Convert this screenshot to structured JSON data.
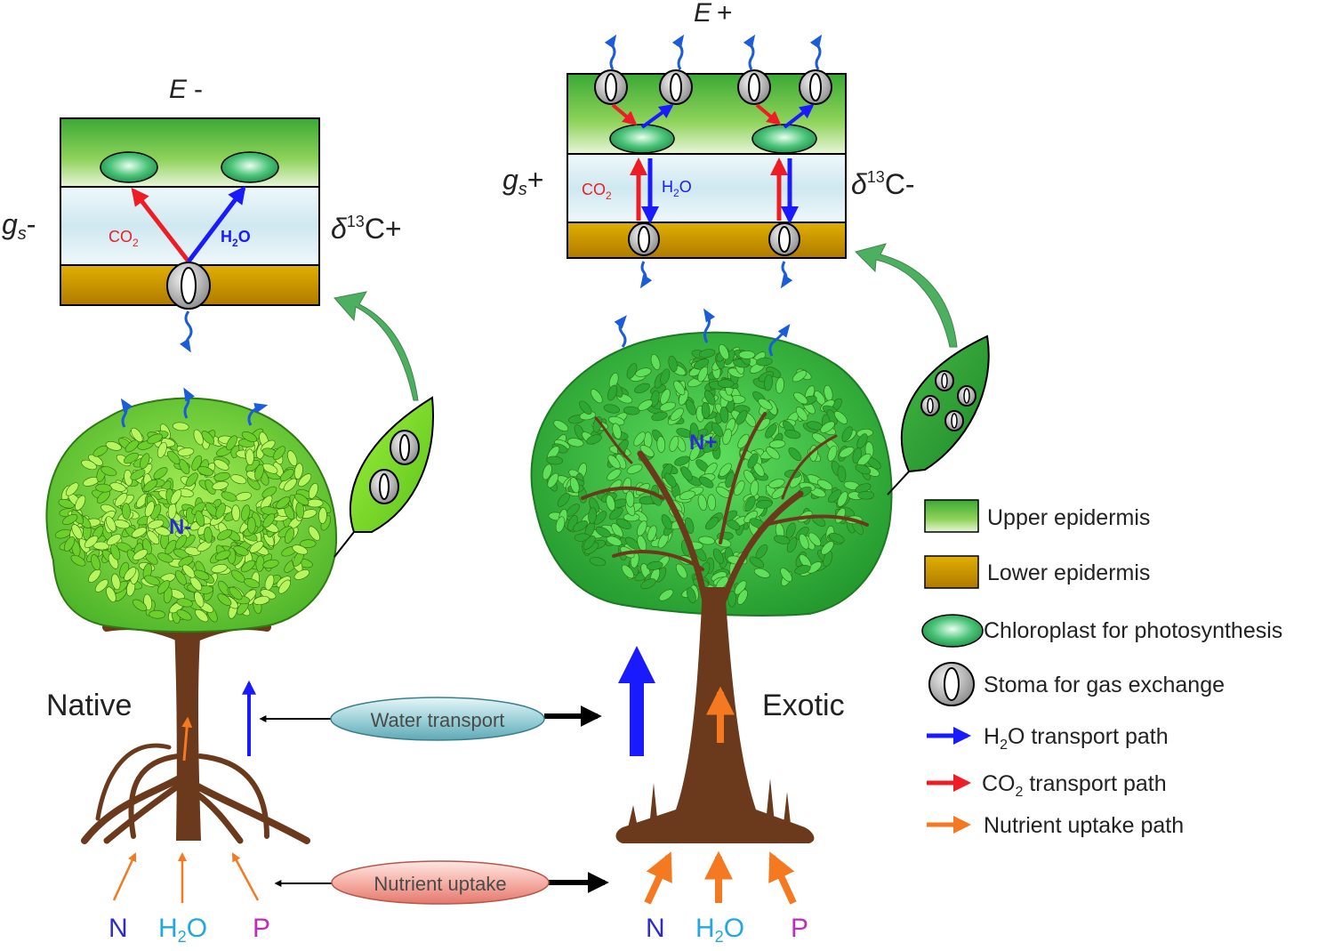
{
  "left_panel": {
    "title_E": "E",
    "title_sign": "-",
    "gs_symbol": "g",
    "gs_sub": "s",
    "gs_sign": "-",
    "delta_symbol": "δ",
    "delta_sup": "13",
    "delta_tail": "C+",
    "co2_main": "CO",
    "co2_sub": "2",
    "h2o_main": "H",
    "h2o_sub": "2",
    "h2o_tail": "O"
  },
  "right_panel": {
    "title_E": "E",
    "title_sign": "+",
    "gs_symbol": "g",
    "gs_sub": "s",
    "gs_sign": "+",
    "delta_symbol": "δ",
    "delta_sup": "13",
    "delta_tail": "C-",
    "co2_main": "CO",
    "co2_sub": "2",
    "h2o_main": "H",
    "h2o_sub": "2",
    "h2o_tail": "O"
  },
  "native_tree": {
    "label": "Native",
    "nitrogen": "N-"
  },
  "exotic_tree": {
    "label": "Exotic",
    "nitrogen": "N+"
  },
  "center": {
    "water_transport": "Water transport",
    "nutrient_uptake": "Nutrient uptake"
  },
  "inputs_native": {
    "n": "N",
    "h2o_main": "H",
    "h2o_sub": "2",
    "h2o_tail": "O",
    "p": "P"
  },
  "inputs_exotic": {
    "n": "N",
    "h2o_main": "H",
    "h2o_sub": "2",
    "h2o_tail": "O",
    "p": "P"
  },
  "legend": {
    "upper_epidermis": "Upper epidermis",
    "lower_epidermis": "Lower epidermis",
    "chloroplast": "Chloroplast for photosynthesis",
    "stoma": "Stoma for gas exchange",
    "h2o_path_main": "H",
    "h2o_path_sub": "2",
    "h2o_path_tail": "O transport path",
    "co2_path_main": "CO",
    "co2_path_sub": "2",
    "co2_path_tail": " transport path",
    "nutrient_path": "Nutrient uptake path"
  },
  "colors": {
    "h2o_arrow": "#1a1aff",
    "co2_arrow": "#ee1c24",
    "nutrient_arrow": "#f47920",
    "upper_epidermis": "#5cc33a",
    "lower_epidermis": "#d9a300",
    "mesophyll": "#d8ecf2",
    "chloroplast": "#2fae5a",
    "trunk": "#6b3a1c",
    "native_leaf": "#8ee63a",
    "exotic_leaf": "#3fc93f",
    "n_label": "#2b2bd1",
    "h2o_label": "#22a7e0",
    "p_label": "#c02cb8"
  }
}
